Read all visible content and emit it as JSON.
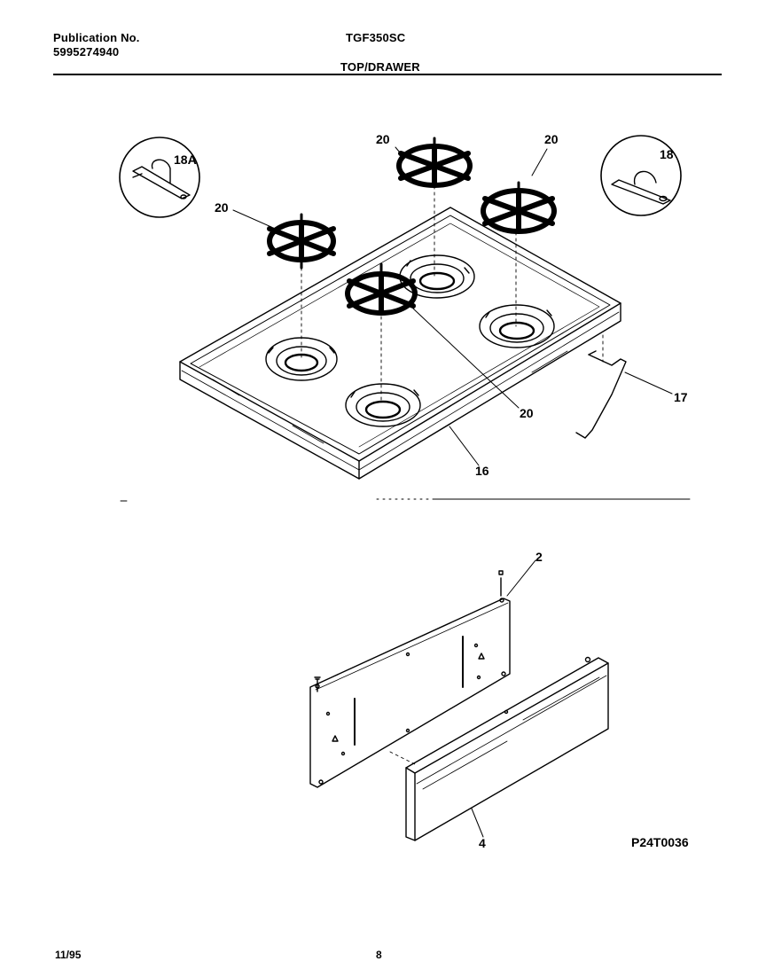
{
  "header": {
    "publication_label": "Publication No.",
    "publication_number": "5995274940",
    "model": "TGF350SC",
    "section_title": "TOP/DRAWER"
  },
  "callouts": {
    "grate_top_center": "20",
    "grate_top_right": "20",
    "grate_left": "20",
    "grate_center": "20",
    "inset_left": "18A",
    "inset_right": "18",
    "cooktop": "16",
    "wire_rod": "17",
    "drawer_back_panel": "2",
    "drawer_front": "4"
  },
  "diagram_code": "P24T0036",
  "footer": {
    "date": "11/95",
    "page_number": "8"
  }
}
